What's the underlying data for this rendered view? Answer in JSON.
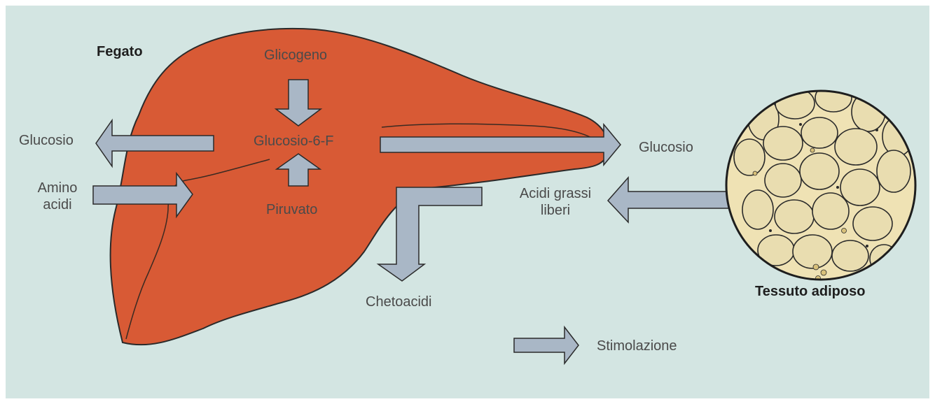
{
  "labels": {
    "fegato": "Fegato",
    "glicogeno": "Glicogeno",
    "glucosio_6_f": "Glucosio-6-F",
    "piruvato": "Piruvato",
    "glucosio_left": "Glucosio",
    "amino_line1": "Amino",
    "amino_line2": "acidi",
    "glucosio_right": "Glucosio",
    "acidi_line1": "Acidi grassi",
    "acidi_line2": "liberi",
    "chetoacidi": "Chetoacidi",
    "tessuto": "Tessuto adiposo",
    "stimolazione": "Stimolazione"
  },
  "colors": {
    "background": "#d3e5e2",
    "liver": "#d85a35",
    "arrow_fill": "#a9b7c6",
    "arrow_stroke": "#2a2a2a",
    "adipose_fill": "#efe2b4",
    "adipose_cell": "#e9ddb0"
  }
}
